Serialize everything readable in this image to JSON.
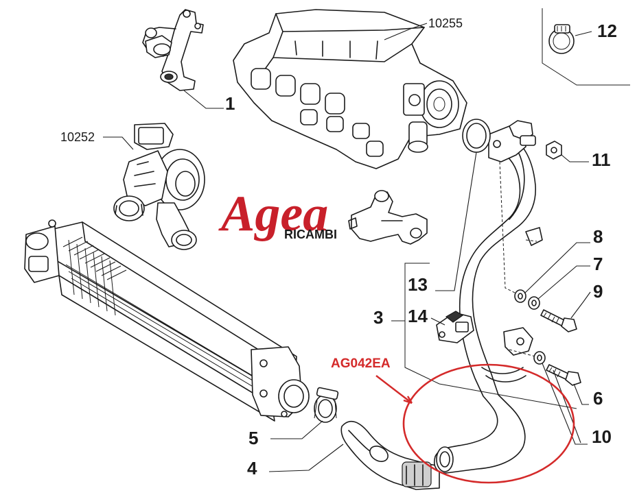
{
  "parts": [
    {
      "id": "part-1",
      "label": "1"
    },
    {
      "id": "part-3",
      "label": "3"
    },
    {
      "id": "part-4",
      "label": "4"
    },
    {
      "id": "part-5",
      "label": "5"
    },
    {
      "id": "part-6",
      "label": "6"
    },
    {
      "id": "part-7",
      "label": "7"
    },
    {
      "id": "part-8",
      "label": "8"
    },
    {
      "id": "part-9",
      "label": "9"
    },
    {
      "id": "part-10",
      "label": "10"
    },
    {
      "id": "part-11",
      "label": "11"
    },
    {
      "id": "part-12",
      "label": "12"
    },
    {
      "id": "part-13",
      "label": "13"
    },
    {
      "id": "part-14",
      "label": "14"
    }
  ],
  "references": {
    "manifold": "10255",
    "turbo": "10252"
  },
  "highlight": {
    "code": "AG042EA",
    "color": "#d42a2a"
  },
  "logo": {
    "brand": "Agea",
    "tagline": "RICAMBI",
    "color": "#c8202a"
  }
}
